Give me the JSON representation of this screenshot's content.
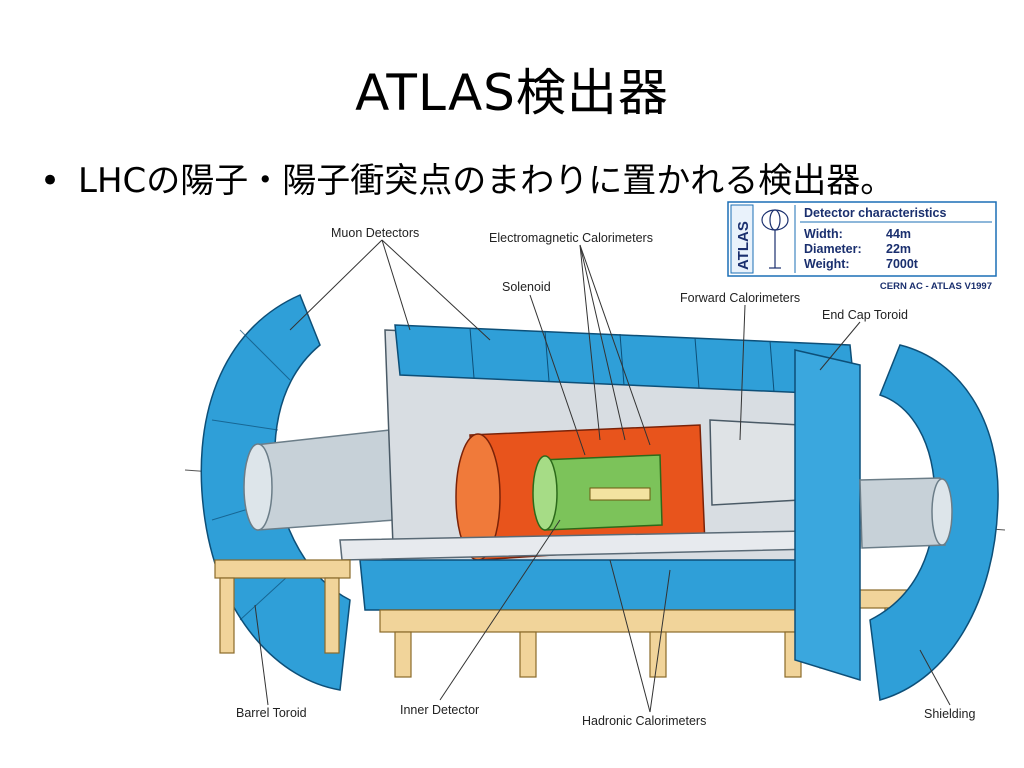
{
  "slide": {
    "title": "ATLAS検出器",
    "bullet_symbol": "•",
    "bullet_text": "LHCの陽子・陽子衝突点のまわりに置かれる検出器。"
  },
  "labels": {
    "muon_detectors": "Muon Detectors",
    "em_calorimeters": "Electromagnetic Calorimeters",
    "solenoid": "Solenoid",
    "forward_calorimeters": "Forward Calorimeters",
    "end_cap_toroid": "End Cap Toroid",
    "barrel_toroid": "Barrel Toroid",
    "inner_detector": "Inner Detector",
    "hadronic_calorimeters": "Hadronic Calorimeters",
    "shielding": "Shielding"
  },
  "characteristics": {
    "logo": "ATLAS",
    "heading": "Detector characteristics",
    "width_label": "Width:",
    "width_value": "44m",
    "diameter_label": "Diameter:",
    "diameter_value": "22m",
    "weight_label": "Weight:",
    "weight_value": "7000t",
    "credit": "CERN AC - ATLAS V1997"
  },
  "colors": {
    "muon_blue": "#2f9fd8",
    "calorimeter_orange": "#e8541c",
    "inner_green": "#7cc35a",
    "support_tan": "#f1d49a",
    "shield_gray": "#c7d1d8"
  }
}
